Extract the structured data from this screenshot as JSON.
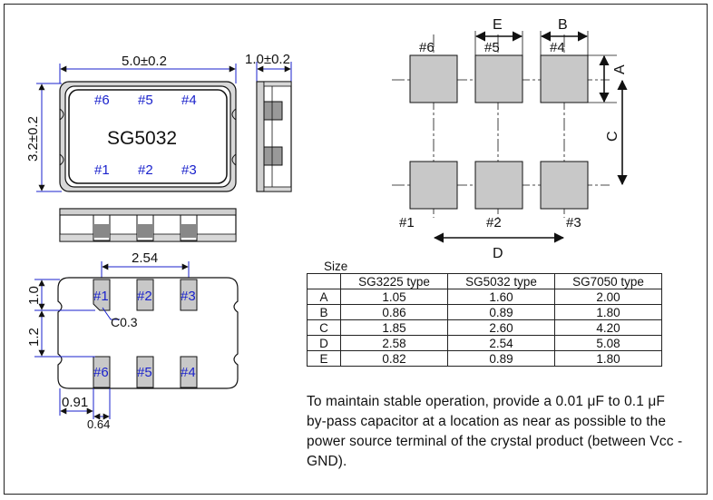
{
  "top_view": {
    "width_dim": "5.0±0.2",
    "height_dim": "3.2±0.2",
    "thickness_dim": "1.0±0.2",
    "part_name": "SG5032",
    "pins_top": [
      "#6",
      "#5",
      "#4"
    ],
    "pins_bottom": [
      "#1",
      "#2",
      "#3"
    ]
  },
  "footprint": {
    "pitch_dim": "2.54",
    "dim_1": "1.0",
    "dim_2": "1.2",
    "chamfer": "C0.3",
    "dim_3": "0.91",
    "dim_4": "0.64",
    "pins_top": [
      "#1",
      "#2",
      "#3"
    ],
    "pins_bottom": [
      "#6",
      "#5",
      "#4"
    ]
  },
  "land_pattern": {
    "label_e": "E",
    "label_b": "B",
    "label_a": "A",
    "label_c": "C",
    "label_d": "D",
    "pins_top": [
      "#6",
      "#5",
      "#4"
    ],
    "pins_bottom": [
      "#1",
      "#2",
      "#3"
    ]
  },
  "size_table": {
    "caption": "Size",
    "headers": [
      "",
      "SG3225 type",
      "SG5032 type",
      "SG7050 type"
    ],
    "rows": [
      [
        "A",
        "1.05",
        "1.60",
        "2.00"
      ],
      [
        "B",
        "0.86",
        "0.89",
        "1.80"
      ],
      [
        "C",
        "1.85",
        "2.60",
        "4.20"
      ],
      [
        "D",
        "2.58",
        "2.54",
        "5.08"
      ],
      [
        "E",
        "0.82",
        "0.89",
        "1.80"
      ]
    ]
  },
  "note": "To maintain stable operation, provide a 0.01 μF to 0.1 μF by-pass capacitor at a location as near as possible to the power source terminal of the crystal product (between Vcc - GND).",
  "colors": {
    "pin_label": "#1a22cc",
    "pad_fill": "#c8c8c8",
    "line": "#111111"
  }
}
